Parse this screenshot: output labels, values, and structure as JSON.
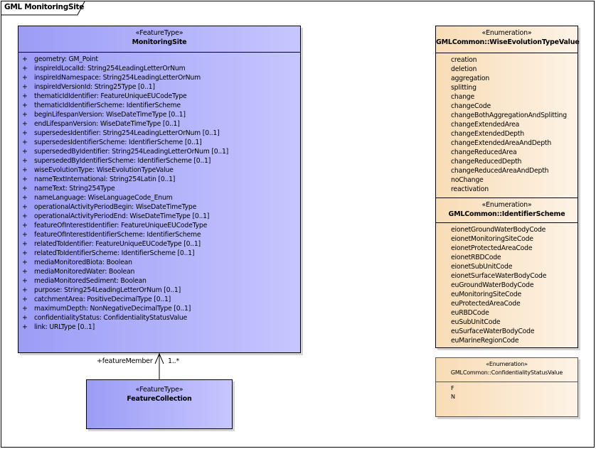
{
  "diagram": {
    "frame_title": "GML MonitoringSite"
  },
  "classes": {
    "monitoring_site": {
      "stereotype": "«FeatureType»",
      "name": "MonitoringSite",
      "attributes": [
        {
          "vis": "+",
          "text": "geometry: GM_Point"
        },
        {
          "vis": "+",
          "text": "inspireIdLocalId: String254LeadingLetterOrNum"
        },
        {
          "vis": "+",
          "text": "inspireIdNamespace: String254LeadingLetterOrNum"
        },
        {
          "vis": "+",
          "text": "inspireIdVersionId: String25Type [0..1]"
        },
        {
          "vis": "+",
          "text": "thematicIdIdentifier: FeatureUniqueEUCodeType"
        },
        {
          "vis": "+",
          "text": "thematicIdIdentifierScheme: IdentifierScheme"
        },
        {
          "vis": "+",
          "text": "beginLifespanVersion: WiseDateTimeType [0..1]"
        },
        {
          "vis": "+",
          "text": "endLifespanVersion: WiseDateTimeType [0..1]"
        },
        {
          "vis": "+",
          "text": "supersedesIdentifier: String254LeadingLetterOrNum [0..1]"
        },
        {
          "vis": "+",
          "text": "supersedesIdentifierScheme: IdentifierScheme [0..1]"
        },
        {
          "vis": "+",
          "text": "supersededByIdentifier: String254LeadingLetterOrNum [0..1]"
        },
        {
          "vis": "+",
          "text": "supersededByIdentifierScheme: IdentifierScheme [0..1]"
        },
        {
          "vis": "+",
          "text": "wiseEvolutionType: WiseEvolutionTypeValue"
        },
        {
          "vis": "+",
          "text": "nameTextInternational: String254Latin [0..1]"
        },
        {
          "vis": "+",
          "text": "nameText: String254Type"
        },
        {
          "vis": "+",
          "text": "nameLanguage: WiseLanguageCode_Enum"
        },
        {
          "vis": "+",
          "text": "operationalActivityPeriodBegin: WiseDateTimeType"
        },
        {
          "vis": "+",
          "text": "operationalActivityPeriodEnd: WiseDateTimeType [0..1]"
        },
        {
          "vis": "+",
          "text": "featureOfInterestIdentifier: FeatureUniqueEUCodeType"
        },
        {
          "vis": "+",
          "text": "featureOfInterestIdentifierScheme: IdentifierScheme"
        },
        {
          "vis": "+",
          "text": "relatedToIdentifier: FeatureUniqueEUCodeType [0..1]"
        },
        {
          "vis": "+",
          "text": "relatedToIdentifierScheme: IdentifierScheme [0..1]"
        },
        {
          "vis": "+",
          "text": "mediaMonitoredBiota: Boolean"
        },
        {
          "vis": "+",
          "text": "mediaMonitoredWater: Boolean"
        },
        {
          "vis": "+",
          "text": "mediaMonitoredSediment: Boolean"
        },
        {
          "vis": "+",
          "text": "purpose: String254LeadingLetterOrNum [0..1]"
        },
        {
          "vis": "+",
          "text": "catchmentArea: PositiveDecimalType [0..1]"
        },
        {
          "vis": "+",
          "text": "maximumDepth: NonNegativeDecimalType [0..1]"
        },
        {
          "vis": "+",
          "text": "confidentialityStatus: ConfidentialityStatusValue"
        },
        {
          "vis": "+",
          "text": "link: URLType [0..1]"
        }
      ]
    },
    "feature_collection": {
      "stereotype": "«FeatureType»",
      "name": "FeatureCollection"
    },
    "wise_evolution": {
      "stereotype": "«Enumeration»",
      "name": "GMLCommon::WiseEvolutionTypeValue",
      "literals": [
        "creation",
        "deletion",
        "aggregation",
        "splitting",
        "change",
        "changeCode",
        "changeBothAggregationAndSplitting",
        "changeExtendedArea",
        "changeExtendedDepth",
        "changeExtendedAreaAndDepth",
        "changeReducedArea",
        "changeReducedDepth",
        "changeReducedAreaAndDepth",
        "noChange",
        "reactivation"
      ]
    },
    "identifier_scheme": {
      "stereotype": "«Enumeration»",
      "name": "GMLCommon::IdentifierScheme",
      "literals": [
        "eionetGroundWaterBodyCode",
        "eionetMonitoringSiteCode",
        "eionetProtectedAreaCode",
        "eionetRBDCode",
        "eionetSubUnitCode",
        "eionetSurfaceWaterBodyCode",
        "euGroundWaterBodyCode",
        "euMonitoringSiteCode",
        "euProtectedAreaCode",
        "euRBDCode",
        "euSubUnitCode",
        "euSurfaceWaterBodyCode",
        "euMarineRegionCode"
      ]
    },
    "confidentiality": {
      "stereotype": "«Enumeration»",
      "name": "GMLCommon::ConfidentialityStatusValue",
      "literals": [
        "F",
        "N"
      ]
    }
  },
  "association": {
    "role": "+featureMember",
    "multiplicity": "1..*"
  },
  "colors": {
    "feature_type_fill_left": "#9c9cf6",
    "feature_type_fill_right": "#c6c6ff",
    "enumeration_fill_left": "#f8dcb6",
    "enumeration_fill_right": "#fdf3e6"
  }
}
